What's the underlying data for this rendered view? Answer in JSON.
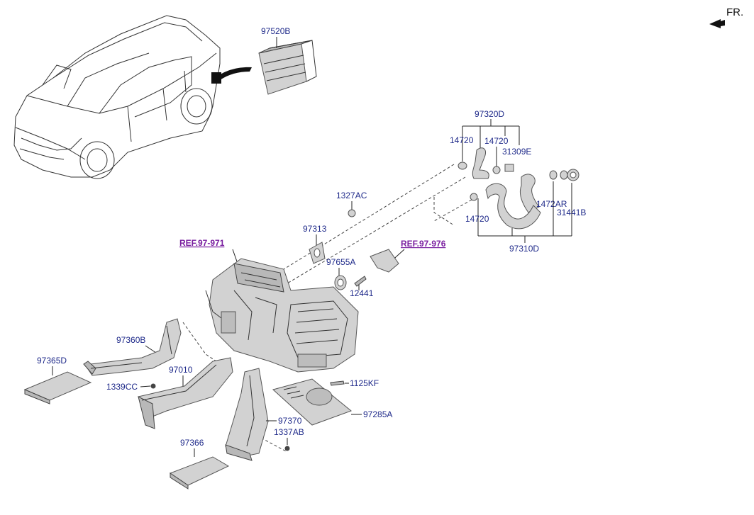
{
  "orientation": {
    "text": "FR.",
    "icon": "front-direction-arrow-icon"
  },
  "references": [
    {
      "id": "ref-97-971",
      "text": "REF.97-971"
    },
    {
      "id": "ref-97-976",
      "text": "REF.97-976"
    }
  ],
  "labels": {
    "p97520B": "97520B",
    "p97320D": "97320D",
    "p14720_a": "14720",
    "p14720_b": "14720",
    "p31309E": "31309E",
    "p1472AR": "1472AR",
    "p31441B": "31441B",
    "p14720_c": "14720",
    "p97310D": "97310D",
    "p1327AC": "1327AC",
    "p97313": "97313",
    "p97655A": "97655A",
    "p12441": "12441",
    "p97360B": "97360B",
    "p97365D": "97365D",
    "p97010": "97010",
    "p1339CC": "1339CC",
    "p1125KF": "1125KF",
    "p97285A": "97285A",
    "p97370": "97370",
    "p1337AB": "1337AB",
    "p97366": "97366"
  },
  "colors": {
    "label": "#1f2a8a",
    "reference": "#7a1fa0",
    "part_fill": "#d2d2d2",
    "line": "#222222"
  }
}
